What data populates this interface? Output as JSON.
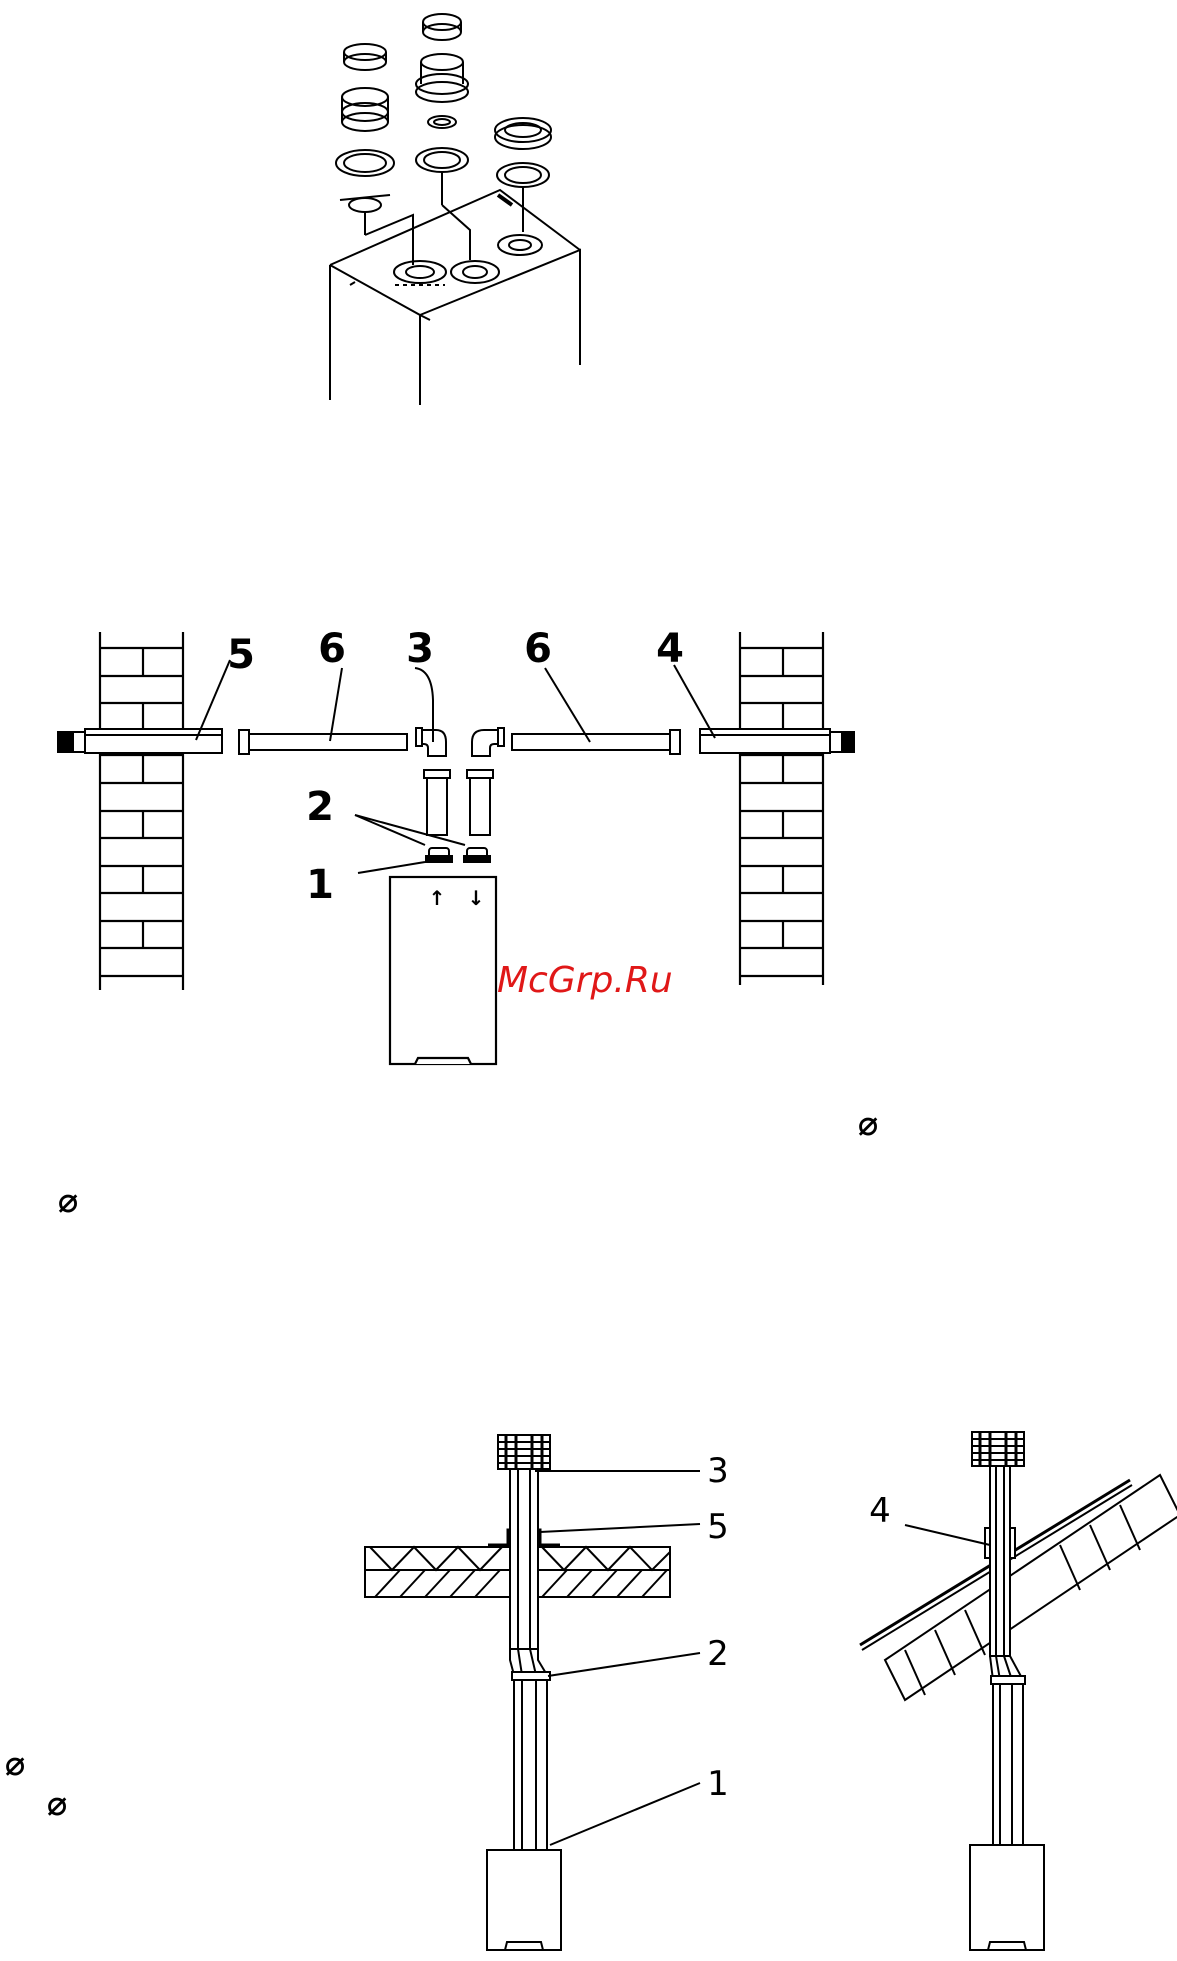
{
  "watermark": "McGrp.Ru",
  "diameter_symbol": "⌀",
  "figure_top": {
    "labels": []
  },
  "figure_middle": {
    "labels": {
      "l5": "5",
      "l6a": "6",
      "l3": "3",
      "l6b": "6",
      "l4": "4",
      "l2": "2",
      "l1": "1"
    },
    "flow_arrows": {
      "in": "↑",
      "out": "↓"
    }
  },
  "figure_bottom": {
    "labels": {
      "l3": "3",
      "l5": "5",
      "l2": "2",
      "l1": "1",
      "l4": "4"
    }
  },
  "colors": {
    "line": "#000000",
    "watermark": "#e01818",
    "background": "#ffffff"
  }
}
